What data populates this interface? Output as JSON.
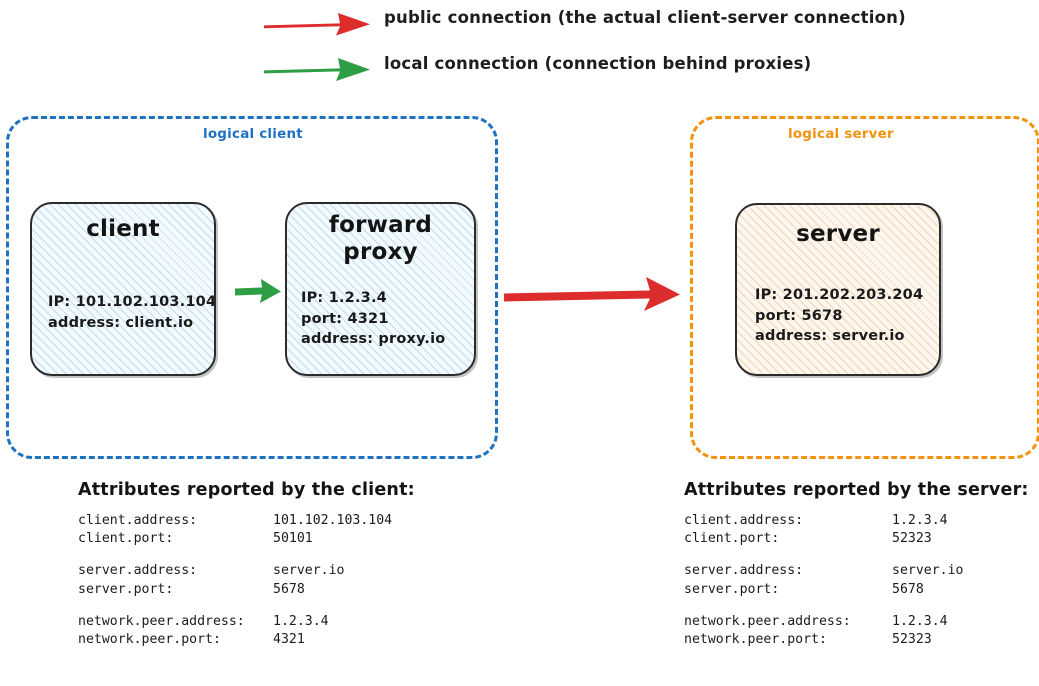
{
  "legend": {
    "items": [
      {
        "id": "public",
        "color": "#dd2c2c",
        "icon": "arrow-right-icon",
        "label": "public connection (the actual client-server connection)"
      },
      {
        "id": "local",
        "color": "#2e9e45",
        "icon": "arrow-right-icon",
        "label": "local connection (connection behind proxies)"
      }
    ]
  },
  "diagram": {
    "logical_client": {
      "label": "logical client",
      "border_color": "#1f72c2",
      "nodes": [
        {
          "id": "client",
          "title": "client",
          "props": "IP: 101.102.103.104\naddress: client.io",
          "fill": "#f4fbff",
          "hatch_color": "#78afe1"
        },
        {
          "id": "forward-proxy",
          "title": "forward\nproxy",
          "props": "IP: 1.2.3.4\nport: 4321\naddress: proxy.io",
          "fill": "#f4fbff",
          "hatch_color": "#78afe1"
        }
      ]
    },
    "logical_server": {
      "label": "logical server",
      "border_color": "#f2920f",
      "nodes": [
        {
          "id": "server",
          "title": "server",
          "props": "IP: 201.202.203.204\nport: 5678\naddress: server.io",
          "fill": "#fdf7ef",
          "hatch_color": "#e2a055"
        }
      ]
    },
    "connections": [
      {
        "id": "client-to-proxy",
        "type": "local",
        "color": "#2e9e45",
        "icon": "arrow-right-icon"
      },
      {
        "id": "proxy-to-server",
        "type": "public",
        "color": "#dd2c2c",
        "icon": "arrow-right-icon"
      }
    ]
  },
  "attributes_client": {
    "title": "Attributes reported by the client:",
    "groups": [
      [
        {
          "key": "client.address:",
          "value": "101.102.103.104"
        },
        {
          "key": "client.port:",
          "value": "50101"
        }
      ],
      [
        {
          "key": "server.address:",
          "value": "server.io"
        },
        {
          "key": "server.port:",
          "value": "5678"
        }
      ],
      [
        {
          "key": "network.peer.address:",
          "value": "1.2.3.4"
        },
        {
          "key": "network.peer.port:",
          "value": "4321"
        }
      ]
    ]
  },
  "attributes_server": {
    "title": "Attributes reported by the server:",
    "groups": [
      [
        {
          "key": "client.address:",
          "value": "1.2.3.4"
        },
        {
          "key": "client.port:",
          "value": "52323"
        }
      ],
      [
        {
          "key": "server.address:",
          "value": "server.io"
        },
        {
          "key": "server.port:",
          "value": "5678"
        }
      ],
      [
        {
          "key": "network.peer.address:",
          "value": "1.2.3.4"
        },
        {
          "key": "network.peer.port:",
          "value": "52323"
        }
      ]
    ]
  }
}
